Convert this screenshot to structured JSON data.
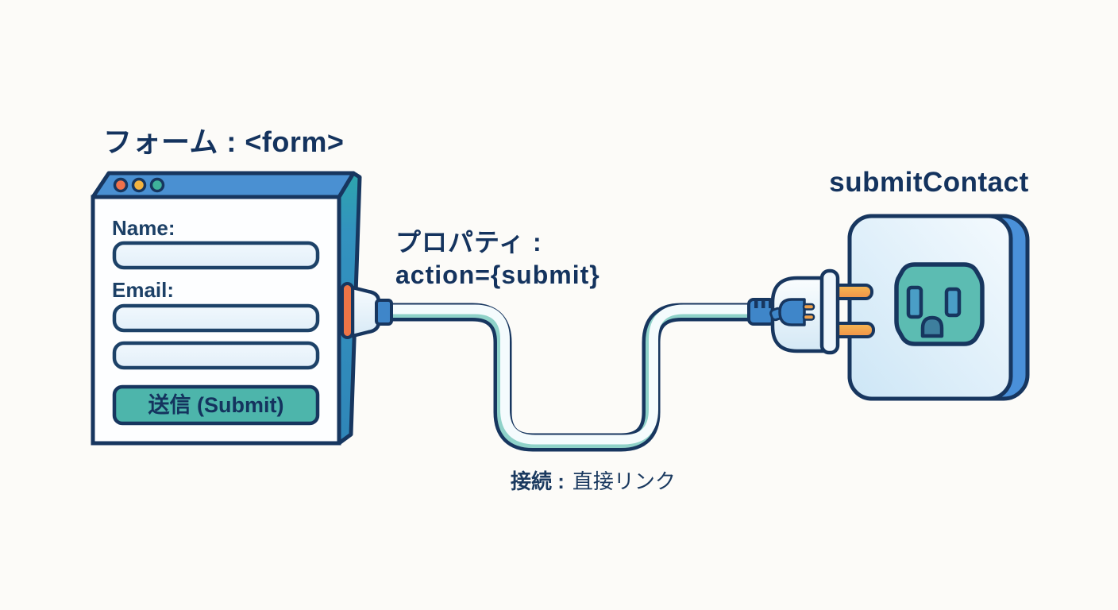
{
  "palette": {
    "navy_outline": "#17365f",
    "text_navy": "#14335e",
    "window_bar_blue": "#4a90d2",
    "extrusion_teal": "#2da5ad",
    "extrusion_blue": "#2f86b8",
    "input_fill": "#e9f3fb",
    "button_teal": "#4db5ab",
    "accent_orange": "#ee7446",
    "prong_orange": "#f5a84c",
    "cable_teal": "#8fd2c9",
    "outlet_edge_blue": "#4a90d9",
    "socket_teal": "#5cbcb2",
    "slot_blue": "#4a9ec6",
    "dot_red": "#f0714b",
    "dot_yellow": "#f2b340",
    "dot_teal": "#3fb29a"
  },
  "form_section": {
    "title": "フォーム : <form>",
    "window": {
      "name_label": "Name:",
      "name_value": "",
      "email_label": "Email:",
      "email_value": "",
      "extra_value": "",
      "submit_label": "送信 (Submit)"
    }
  },
  "property_label": {
    "line1": "プロパティ :",
    "line2": "action={submit}"
  },
  "connection_label": {
    "prefix": "接続 :",
    "rest": "直接リンク"
  },
  "handler_label": "submitContact",
  "icons": {
    "window_dots": [
      "window-dot-red",
      "window-dot-yellow",
      "window-dot-teal"
    ],
    "cable": "power-cable-icon",
    "plug": "power-plug-icon",
    "mini_plug": "mini-plug-icon",
    "outlet": "power-outlet-icon"
  }
}
